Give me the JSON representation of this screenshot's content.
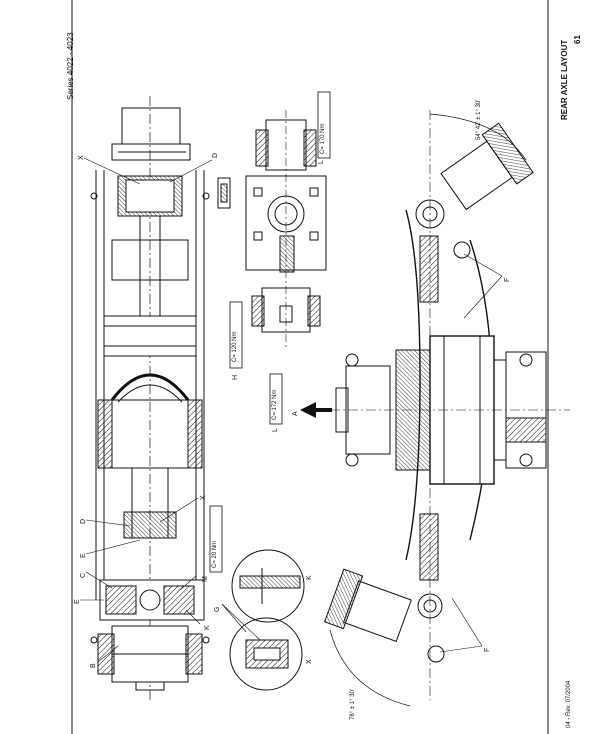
{
  "header": {
    "series": "Series 4022 - 4023",
    "title": "REAR AXLE LAYOUT",
    "page_number": "61",
    "footer": "04 - Rev. 07/2004"
  },
  "callouts": {
    "X": "X",
    "D": "D",
    "E": "E",
    "C": "C",
    "B": "B",
    "K": "K",
    "G": "G",
    "H": "H",
    "L": "L",
    "M": "M",
    "A": "A",
    "F": "F"
  },
  "torques": {
    "c170_top": "C= 170 Nm",
    "c120": "C= 120 Nm",
    "c170_bottom": "C= 172 Nm",
    "c20": "C= 20 Nm"
  },
  "angles": {
    "top": "54° 42' ± 1° 30'",
    "bottom": "78° ± 1° 30'"
  }
}
